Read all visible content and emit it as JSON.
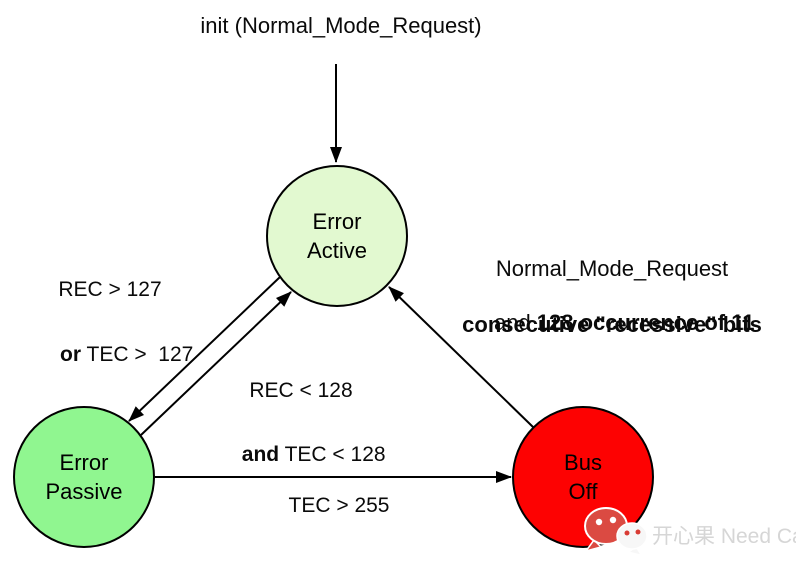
{
  "diagram": {
    "init_label": "init (Normal_Mode_Request)"
  },
  "states": {
    "error_active": {
      "name_line1": "Error",
      "name_line2": "Active",
      "fill": "#e2f9d0"
    },
    "error_passive": {
      "name_line1": "Error",
      "name_line2": "Passive",
      "fill": "#90f690"
    },
    "bus_off": {
      "name_line1": "Bus",
      "name_line2": "Off",
      "fill": "#fd0202"
    }
  },
  "transitions": {
    "active_to_passive": {
      "line1": "REC > 127",
      "line2_bold": "or",
      "line2_rest": " TEC >  127"
    },
    "passive_to_active": {
      "line1": "REC < 128",
      "line2_bold": "and",
      "line2_rest": " TEC < 128"
    },
    "passive_to_bus_off": {
      "label": "TEC > 255"
    },
    "bus_off_to_active": {
      "line1": "Normal_Mode_Request",
      "line2_normal": "and ",
      "line2_bold": "128 occurrence of 11",
      "line3_bold": "consecutive \"recessive\" bits"
    }
  },
  "watermark": {
    "text": "开心果 Need Car",
    "icon": "wechat-icon"
  },
  "colors": {
    "background": "#ffffff",
    "stroke": "#000000",
    "error_active_fill": "#e2f9d0",
    "error_passive_fill": "#90f690",
    "bus_off_fill": "#fd0202",
    "watermark_text": "#d6d6d6",
    "wechat_red": "#db4a42"
  }
}
